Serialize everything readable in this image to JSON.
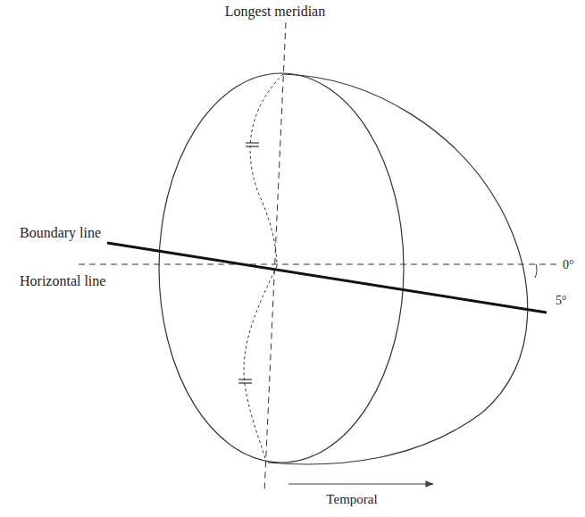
{
  "diagram": {
    "labels": [
      "Longest meridian",
      "Boundary line",
      "Horizontal line",
      "0°",
      "5°",
      "Temporal"
    ]
  }
}
